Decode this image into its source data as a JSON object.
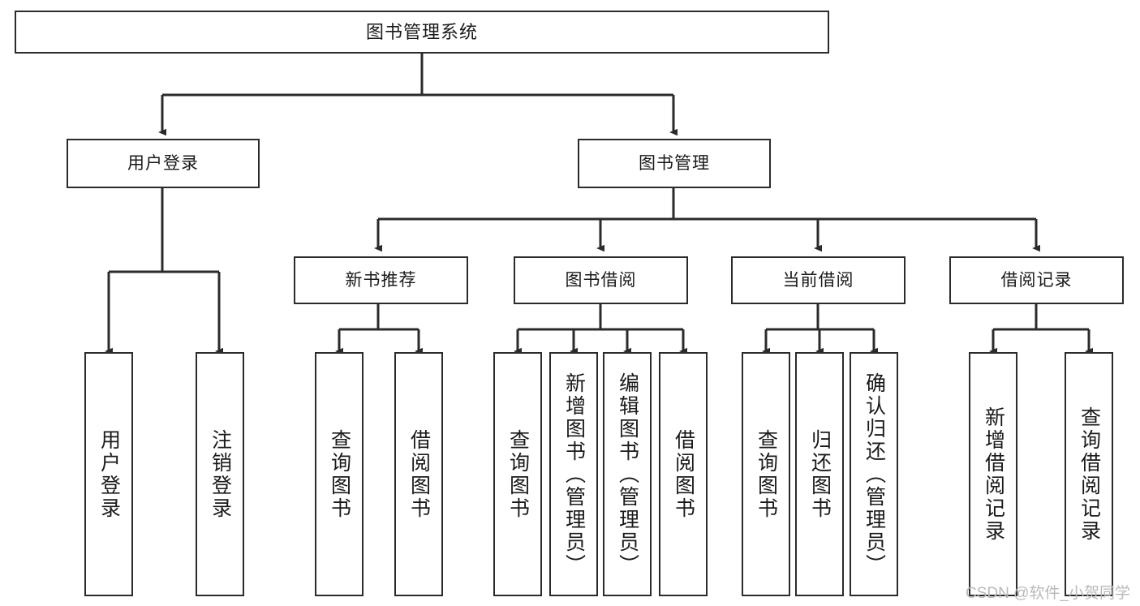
{
  "diagram": {
    "title": "图书管理系统",
    "type": "hierarchy-tree",
    "stroke_color": "#2b2b2b",
    "fill_color": "#ffffff",
    "text_color": "#1a1a1a",
    "root": {
      "id": "root",
      "label": "图书管理系统"
    },
    "level2": [
      {
        "id": "user-login",
        "label": "用户登录"
      },
      {
        "id": "book-manage",
        "label": "图书管理"
      }
    ],
    "level3": [
      {
        "id": "new-book-recommend",
        "label": "新书推荐",
        "parent": "book-manage"
      },
      {
        "id": "book-borrow",
        "label": "图书借阅",
        "parent": "book-manage"
      },
      {
        "id": "current-borrow",
        "label": "当前借阅",
        "parent": "book-manage"
      },
      {
        "id": "borrow-record",
        "label": "借阅记录",
        "parent": "book-manage"
      }
    ],
    "leaves": [
      {
        "id": "leaf-user-login",
        "label": "用户登录",
        "parent": "user-login"
      },
      {
        "id": "leaf-logout-login",
        "label": "注销登录",
        "parent": "user-login"
      },
      {
        "id": "leaf-query-book-1",
        "label": "查询图书",
        "parent": "new-book-recommend"
      },
      {
        "id": "leaf-borrow-book-1",
        "label": "借阅图书",
        "parent": "new-book-recommend"
      },
      {
        "id": "leaf-query-book-2",
        "label": "查询图书",
        "parent": "book-borrow"
      },
      {
        "id": "leaf-add-book",
        "label": "新增图书（管理员）",
        "parent": "book-borrow"
      },
      {
        "id": "leaf-edit-book",
        "label": "编辑图书（管理员）",
        "parent": "book-borrow"
      },
      {
        "id": "leaf-borrow-book-2",
        "label": "借阅图书",
        "parent": "book-borrow"
      },
      {
        "id": "leaf-query-book-3",
        "label": "查询图书",
        "parent": "current-borrow"
      },
      {
        "id": "leaf-return-book",
        "label": "归还图书",
        "parent": "current-borrow"
      },
      {
        "id": "leaf-confirm-return",
        "label": "确认归还（管理员）",
        "parent": "current-borrow"
      },
      {
        "id": "leaf-add-record",
        "label": "新增借阅记录",
        "parent": "borrow-record"
      },
      {
        "id": "leaf-query-record",
        "label": "查询借阅记录",
        "parent": "borrow-record"
      }
    ]
  },
  "watermark": {
    "text": "CSDN @软件_小贺同学",
    "color": "#b9b9b9"
  }
}
